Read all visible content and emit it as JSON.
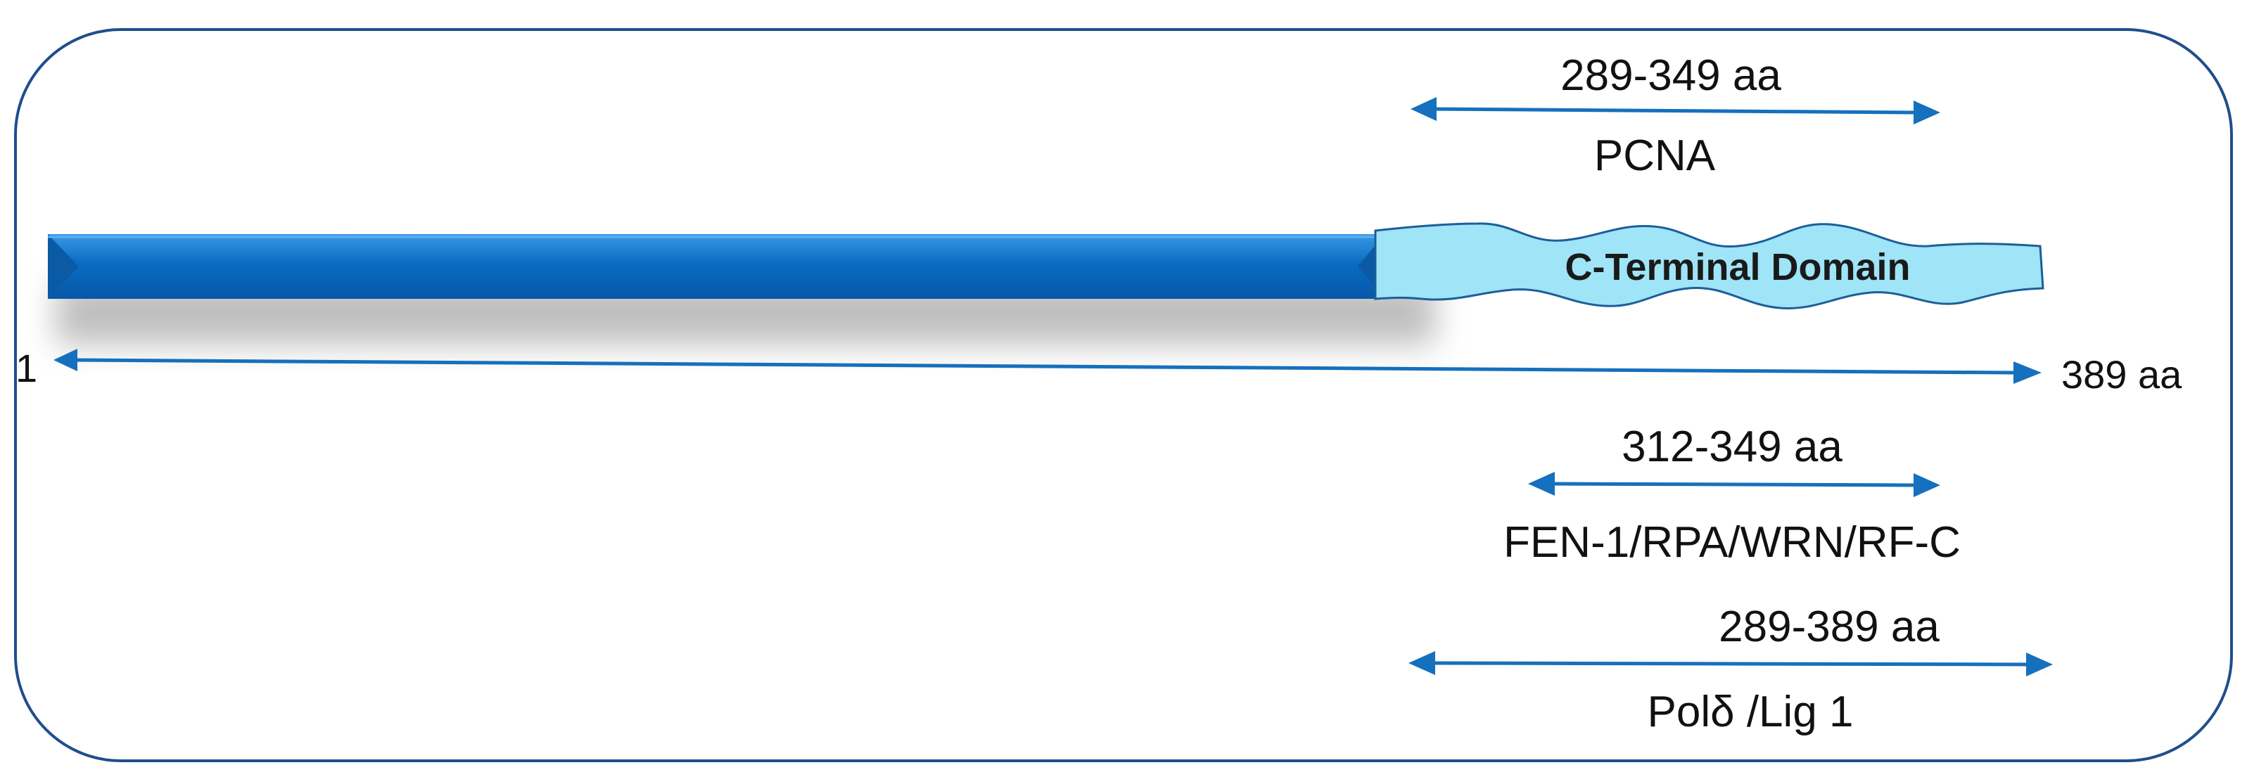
{
  "diagram": {
    "start_label": "1",
    "end_label": "389 aa",
    "domain_label": "C-Terminal Domain",
    "interactions": [
      {
        "range": "289-349 aa",
        "partner": "PCNA"
      },
      {
        "range": "312-349 aa",
        "partner": "FEN-1/RPA/WRN/RF-C"
      },
      {
        "range": "289-389 aa",
        "partner": "Polδ /Lig 1"
      }
    ]
  },
  "colors": {
    "frame": "#1f4e8c",
    "bar": "#0a6cc2",
    "bar_light": "#2b8ce0",
    "arrow": "#1570bd",
    "domain_fill": "#9fe4f7",
    "domain_stroke": "#1c5e99"
  }
}
